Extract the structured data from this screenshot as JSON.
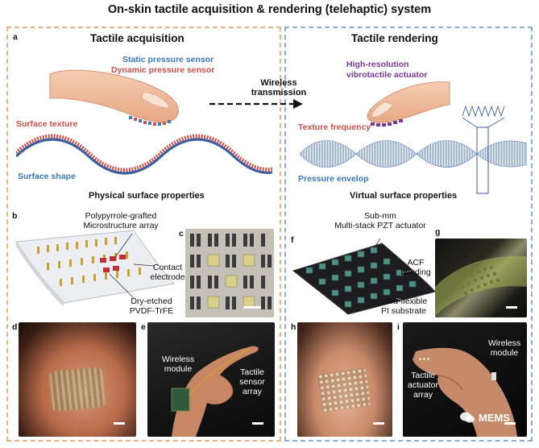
{
  "title": "On-skin tactile acquisition & rendering (telehaptic) system",
  "left": {
    "panel_label": "a",
    "heading": "Tactile acquisition",
    "static_sensor": "Static pressure sensor",
    "dynamic_sensor": "Dynamic pressure sensor",
    "surface_texture": "Surface texture",
    "surface_shape": "Surface shape",
    "properties": "Physical surface properties"
  },
  "transmission": {
    "line1": "Wireless",
    "line2": "transmission"
  },
  "right": {
    "heading": "Tactile rendering",
    "actuator_line1": "High-resolution",
    "actuator_line2": "vibrotactile actuator",
    "texture_frequency": "Texture frequency",
    "pressure_envelop": "Pressure envelop",
    "properties": "Virtual surface properties"
  },
  "panel_b": {
    "label": "b",
    "microstructure_line1": "Polypyrrole-grafted",
    "microstructure_line2": "Microstructure array",
    "contact_line1": "Contact",
    "contact_line2": "electrode",
    "pvdf_line1": "Dry-etched",
    "pvdf_line2": "PVDF-TrFE"
  },
  "panel_c": {
    "label": "c"
  },
  "panel_d": {
    "label": "d"
  },
  "panel_e": {
    "label": "e",
    "wireless_line1": "Wireless",
    "wireless_line2": "module",
    "sensor_line1": "Tactile",
    "sensor_line2": "sensor",
    "sensor_line3": "array"
  },
  "panel_f": {
    "label": "f",
    "pzt_line1": "Sub-mm",
    "pzt_line2": "Multi-stack PZT actuator",
    "acf_line1": "ACF",
    "acf_line2": "bonding",
    "pi_line1": "Ultra-flexible",
    "pi_line2": "PI substrate"
  },
  "panel_g": {
    "label": "g"
  },
  "panel_h": {
    "label": "h"
  },
  "panel_i": {
    "label": "i",
    "wireless_line1": "Wireless",
    "wireless_line2": "module",
    "actuator_line1": "Tactile",
    "actuator_line2": "actuator",
    "actuator_line3": "array"
  },
  "watermark": "MEMS",
  "colors": {
    "static_blue": "#3a78b8",
    "dynamic_red": "#d0504a",
    "purple": "#7a3a98",
    "left_border": "#e8b183",
    "right_border": "#8aaed1"
  }
}
